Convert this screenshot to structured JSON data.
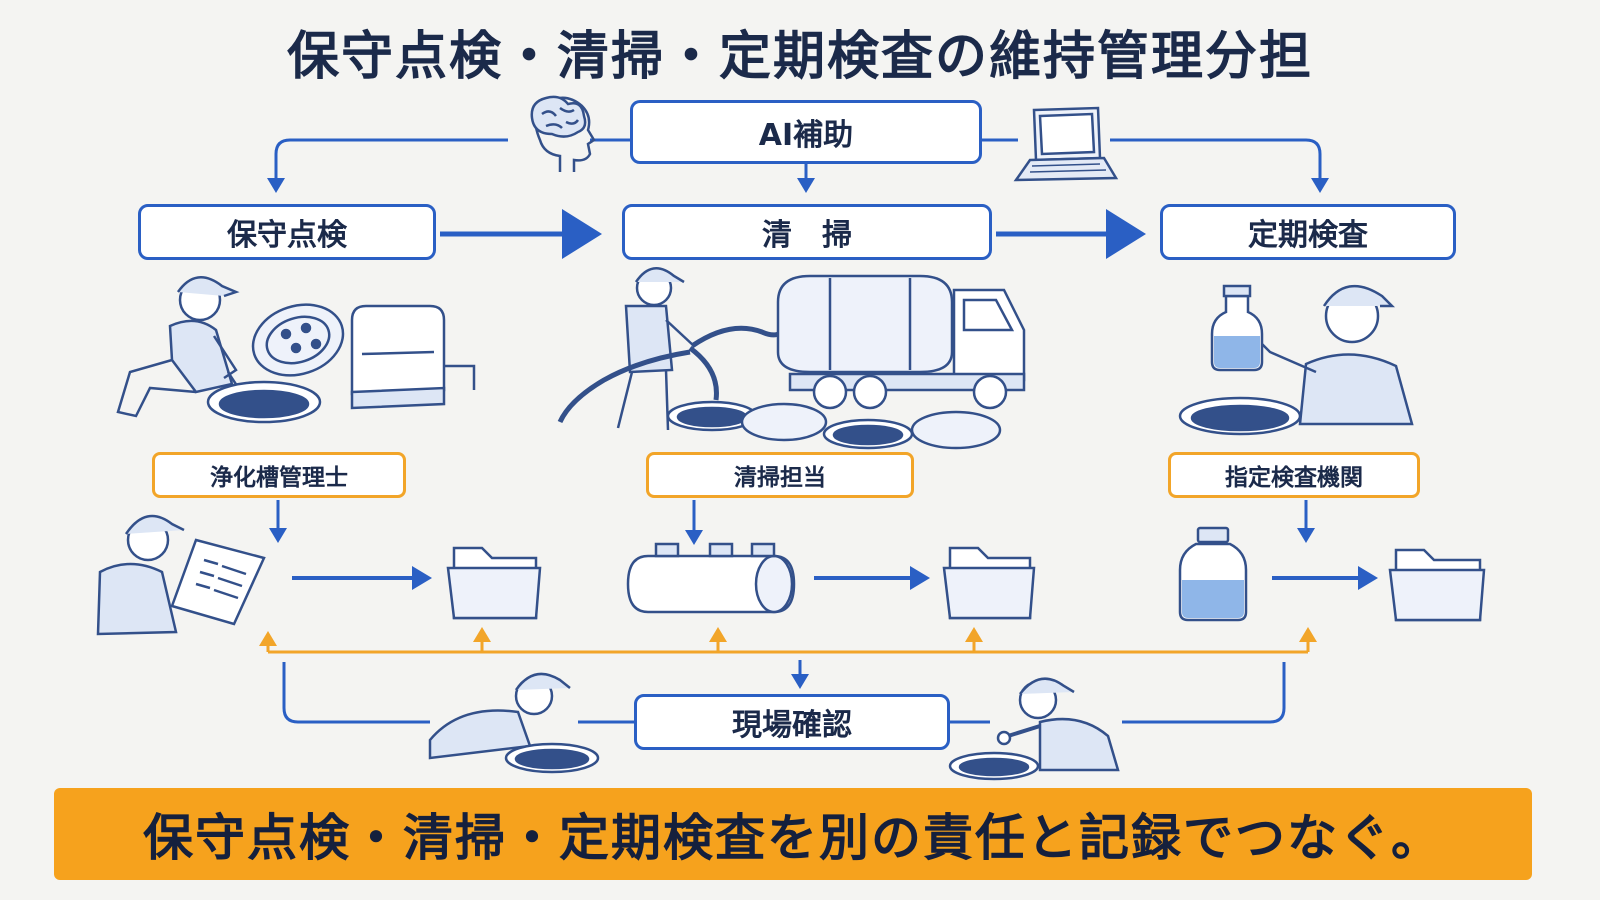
{
  "title": "保守点検・清掃・定期検査の維持管理分担",
  "ai_box": "AI補助",
  "stages": {
    "maintenance": "保守点検",
    "cleaning": "清　掃",
    "inspection": "定期検査"
  },
  "roles": {
    "maintenance": "浄化槽管理士",
    "cleaning": "清掃担当",
    "inspection": "指定検査機関"
  },
  "site_check": "現場確認",
  "banner": "保守点検・清掃・定期検査を別の責任と記録でつなぐ。",
  "colors": {
    "flow_blue": "#2a5fc4",
    "feedback_orange": "#f2a529",
    "banner": "#f6a21d",
    "text": "#1b2a4a",
    "sketch": "#33508a"
  },
  "icons": [
    "brain-head-icon",
    "laptop-icon",
    "folder-icon",
    "tank-icon",
    "sample-bottle-icon",
    "manhole-icon",
    "worker-icon",
    "vacuum-truck-icon"
  ]
}
